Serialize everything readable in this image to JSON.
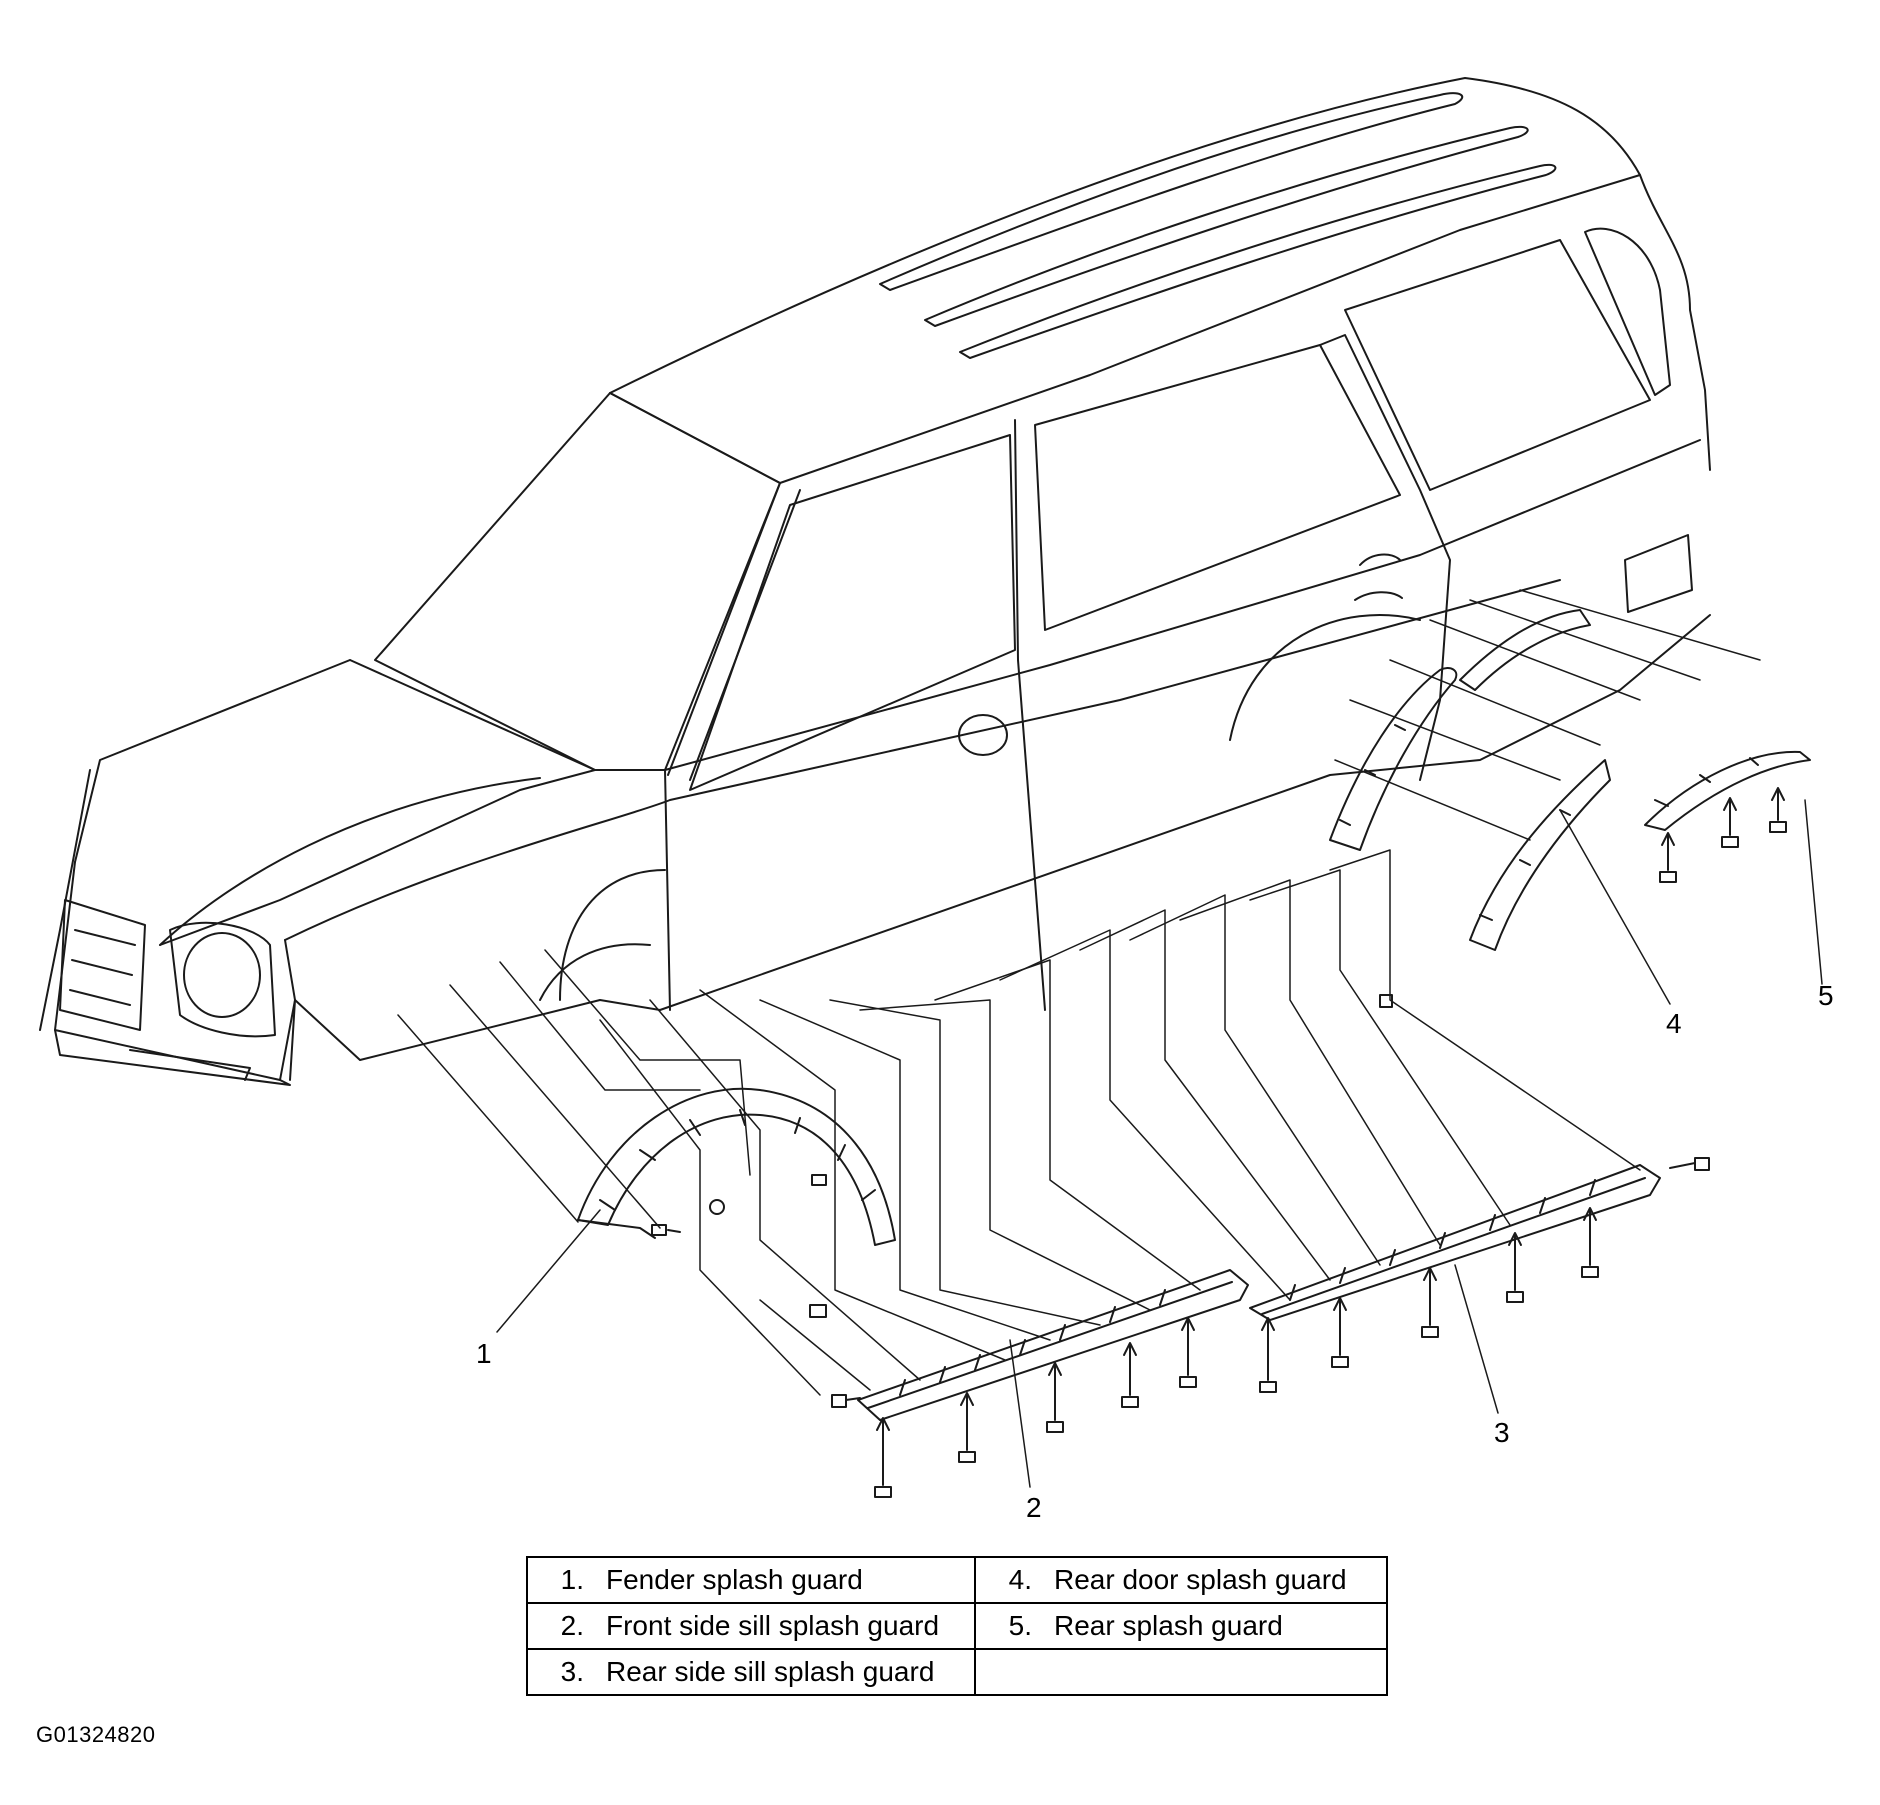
{
  "figure_id": "G01324820",
  "callouts": [
    "1",
    "2",
    "3",
    "4",
    "5"
  ],
  "legend": {
    "rows": [
      [
        {
          "num": "1.",
          "text": "Fender splash guard"
        },
        {
          "num": "4.",
          "text": "Rear door splash guard"
        }
      ],
      [
        {
          "num": "2.",
          "text": "Front side sill splash guard"
        },
        {
          "num": "5.",
          "text": "Rear splash guard"
        }
      ],
      [
        {
          "num": "3.",
          "text": "Rear side sill splash guard"
        },
        {
          "num": "",
          "text": ""
        }
      ]
    ]
  }
}
